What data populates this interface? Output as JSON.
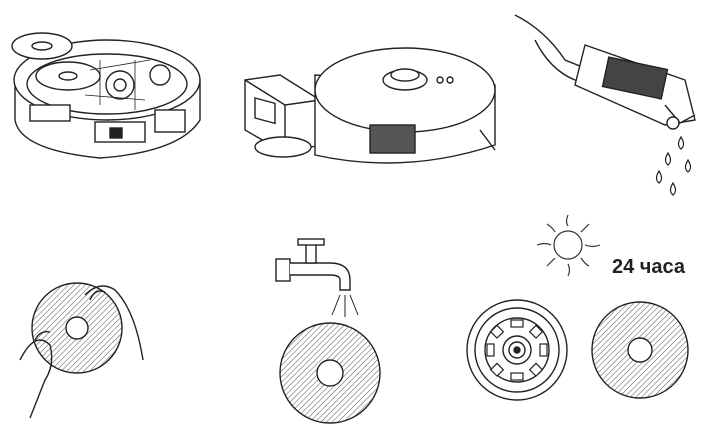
{
  "steps": [
    {
      "id": "remove-mops",
      "icon": "robot-underside-mops-icon"
    },
    {
      "id": "remove-water-tank",
      "icon": "robot-tank-icon"
    },
    {
      "id": "drain-tank",
      "icon": "hand-tank-drops-icon"
    },
    {
      "id": "peel-mop-pad",
      "icon": "hands-mop-pad-icon"
    },
    {
      "id": "rinse-mop-pad",
      "icon": "faucet-pad-icon"
    },
    {
      "id": "dry-in-sun",
      "icon": "sun-dry-icon"
    }
  ],
  "dry_time": "24 часа"
}
